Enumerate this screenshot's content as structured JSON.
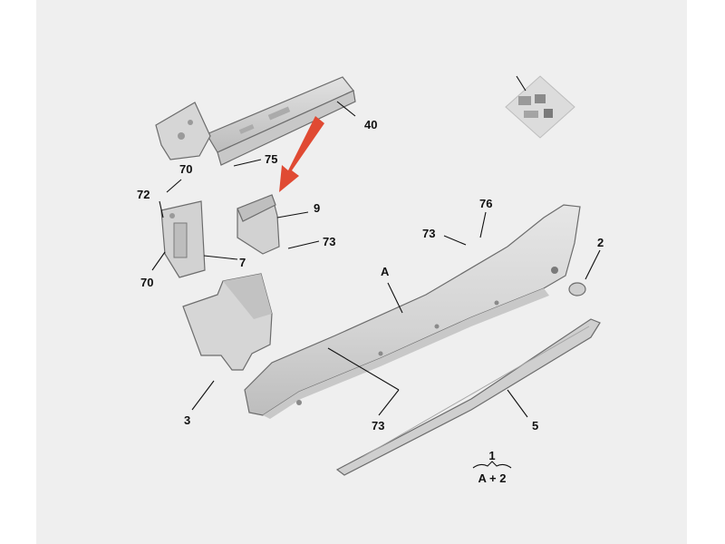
{
  "diagram": {
    "callouts": {
      "c40": "40",
      "c75": "75",
      "c70a": "70",
      "c72": "72",
      "c70b": "70",
      "c9": "9",
      "c73a": "73",
      "c7": "7",
      "c76": "76",
      "c73b": "73",
      "c2": "2",
      "cA": "A",
      "c3": "3",
      "c73c": "73",
      "c5": "5"
    },
    "kit": {
      "number": "1",
      "formula": "A + 2"
    },
    "colors": {
      "panel": "#efefef",
      "part_fill": "#d9d9d9",
      "part_stroke": "#6c6c6c",
      "arrow": "#e04a33"
    },
    "icons": [
      "red-arrow-icon",
      "inset-clip-icon"
    ]
  }
}
